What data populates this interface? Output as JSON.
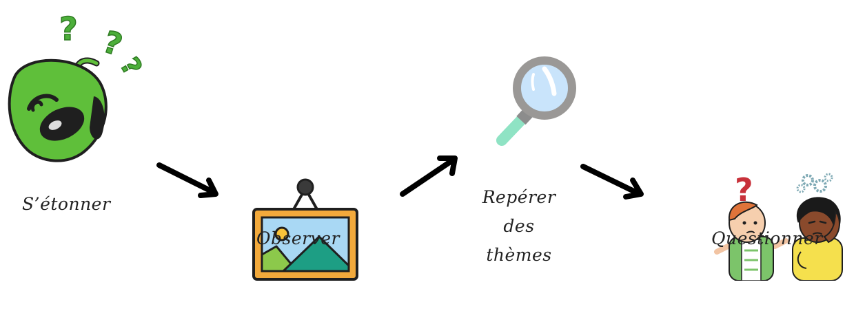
{
  "steps": {
    "step1": {
      "label": "S’étonner",
      "icon": "alien-icon"
    },
    "step2": {
      "label": "Observer",
      "icon": "framed-picture-icon"
    },
    "step3": {
      "label_lines": [
        "Repérer",
        "des",
        "thèmes"
      ],
      "icon": "magnifying-glass-icon"
    },
    "step4": {
      "label": "Questionner",
      "icon": "confused-people-icon"
    }
  },
  "decorations": {
    "question_marks": [
      "?",
      "?",
      "?"
    ],
    "people_question_mark": "?"
  },
  "colors": {
    "alien_green": "#5fbf3a",
    "question_green": "#4caf3a",
    "frame_orange": "#f2a93b",
    "magnifier_handle": "#8fe3c4",
    "red_question": "#c8313a",
    "arrow": "#000000"
  }
}
